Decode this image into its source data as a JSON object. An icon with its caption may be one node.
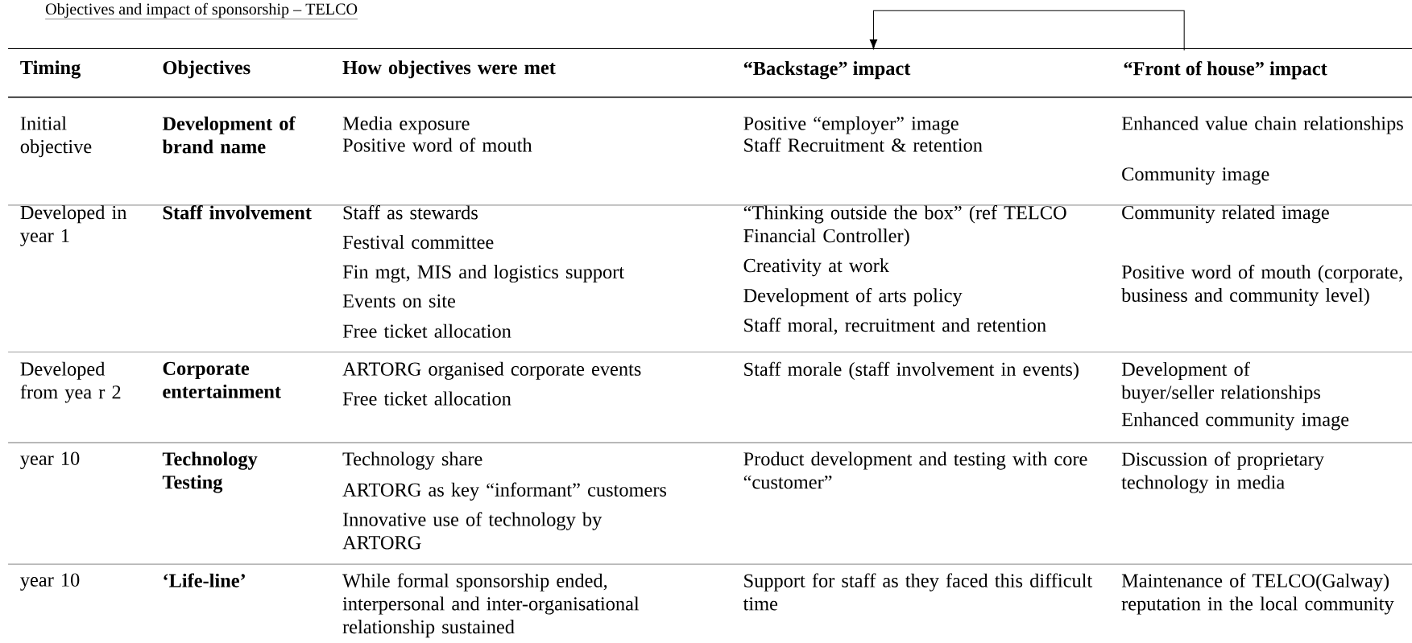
{
  "diagram": {
    "title": "Objectives and impact of sponsorship – TELCO",
    "nodes": [
      {
        "text": [
          "“Backstage” impact"
        ]
      },
      {
        "text": [
          "“Front of house” impact"
        ]
      }
    ],
    "edges": [
      {
        "from": 1,
        "to": 0,
        "arrow": "to"
      }
    ],
    "labels": [
      "Timing",
      "Objectives",
      "How objectives were met",
      "Initial objective",
      "Development of brand name",
      "Media exposure",
      "Positive word of mouth",
      "Positive “employer” image",
      "Staff Recruitment & retention",
      "Enhanced value chain relationships",
      "Community image",
      "Developed in year 1",
      "Staff involvement",
      "Staff as stewards",
      "Festival committee",
      "Fin mgt, MIS and logistics support",
      "Events on site",
      "Free ticket allocation",
      "“Thinking outside the box” (ref TELCO Financial Controller)",
      "Creativity at work",
      "Development of arts policy",
      "Staff moral, recruitment and retention",
      "Community related image",
      "Positive word of mouth (corporate, business and community level)",
      "Developed from yea r 2",
      "Corporate entertainment",
      "ARTORG organised corporate events",
      "Free ticket allocation",
      "Staff morale (staff involvement in events)",
      "Development of buyer/seller relationships",
      "Enhanced community image",
      "year 10",
      "Technology Testing",
      "Technology share",
      "ARTORG as key “informant” customers",
      "Innovative use of technology by ARTORG",
      "Product development and testing with core “customer”",
      "Discussion of proprietary technology in media",
      "year 10",
      "‘Life-line’",
      "While formal sponsorship ended, interpersonal and inter-organisational relationship sustained",
      "Support for staff as they faced this difficult time",
      "Maintenance of TELCO(Galway) reputation in the local community"
    ]
  }
}
